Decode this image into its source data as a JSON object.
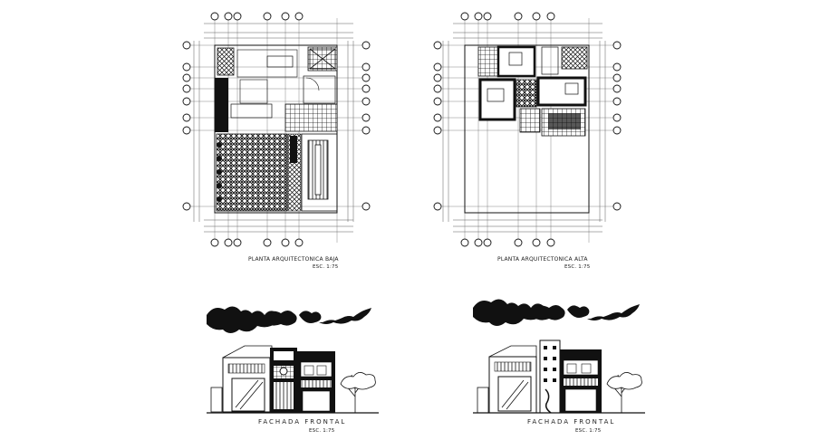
{
  "sheet": {
    "plan_baja": {
      "title": "PLANTA ARQUITECTONICA BAJA",
      "scale": "ESC. 1:75"
    },
    "plan_alta": {
      "title": "PLANTA ARQUITECTONICA ALTA",
      "scale": "ESC. 1:75"
    },
    "facade_left": {
      "title": "FACHADA FRONTAL",
      "scale": "ESC. 1:75"
    },
    "facade_right": {
      "title": "FACHADA FRONTAL",
      "scale": "ESC. 1:75"
    }
  },
  "colors": {
    "ink": "#111111",
    "line": "#333333",
    "paper": "#ffffff"
  }
}
